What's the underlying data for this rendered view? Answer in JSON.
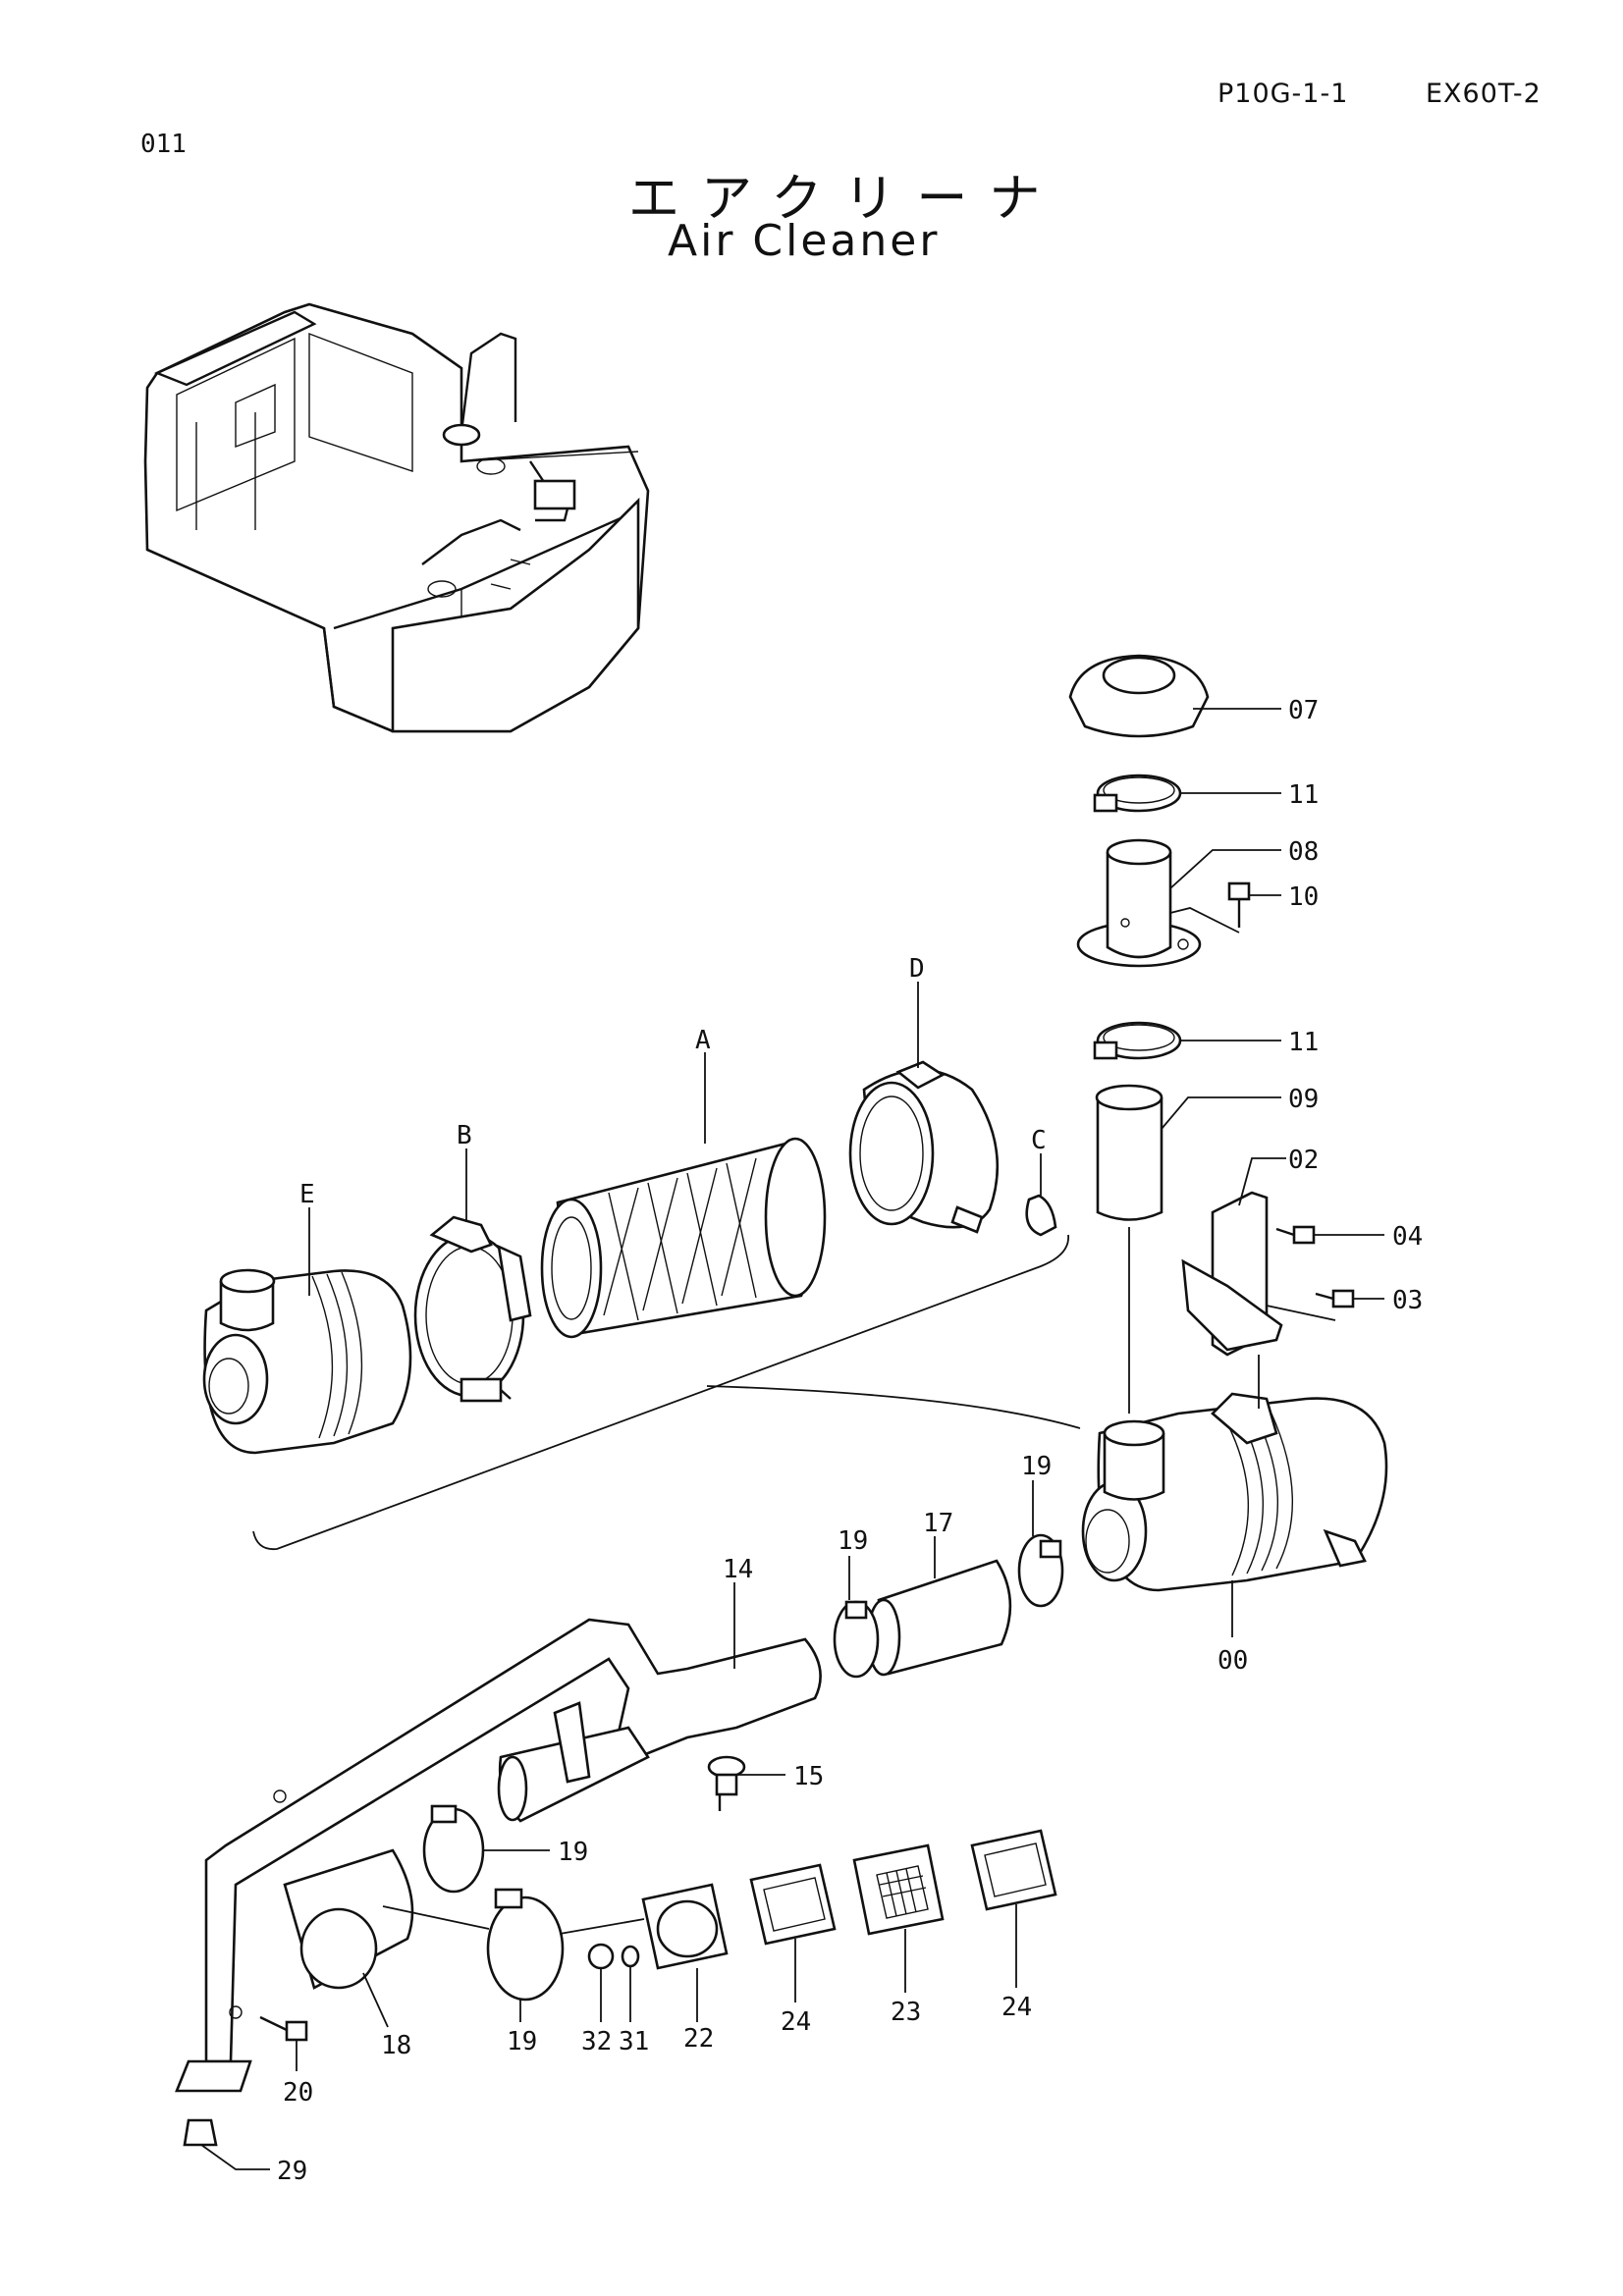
{
  "header": {
    "page_code": "P10G-1-1",
    "model_code": "EX60T-2",
    "section_no": "011",
    "title_jp": "エアクリーナ",
    "title_en": "Air Cleaner"
  },
  "callouts": {
    "c07": "07",
    "c11a": "11",
    "c08": "08",
    "c10": "10",
    "c11b": "11",
    "c09": "09",
    "c02": "02",
    "c04": "04",
    "c03": "03",
    "cD": "D",
    "cA": "A",
    "cC": "C",
    "cB": "B",
    "cE": "E",
    "c19a": "19",
    "c19b": "19",
    "c17": "17",
    "c14": "14",
    "c00": "00",
    "c15": "15",
    "c19c": "19",
    "c18": "18",
    "c19d": "19",
    "c32": "32",
    "c31": "31",
    "c22": "22",
    "c24a": "24",
    "c23": "23",
    "c24b": "24",
    "c20": "20",
    "c29": "29"
  }
}
